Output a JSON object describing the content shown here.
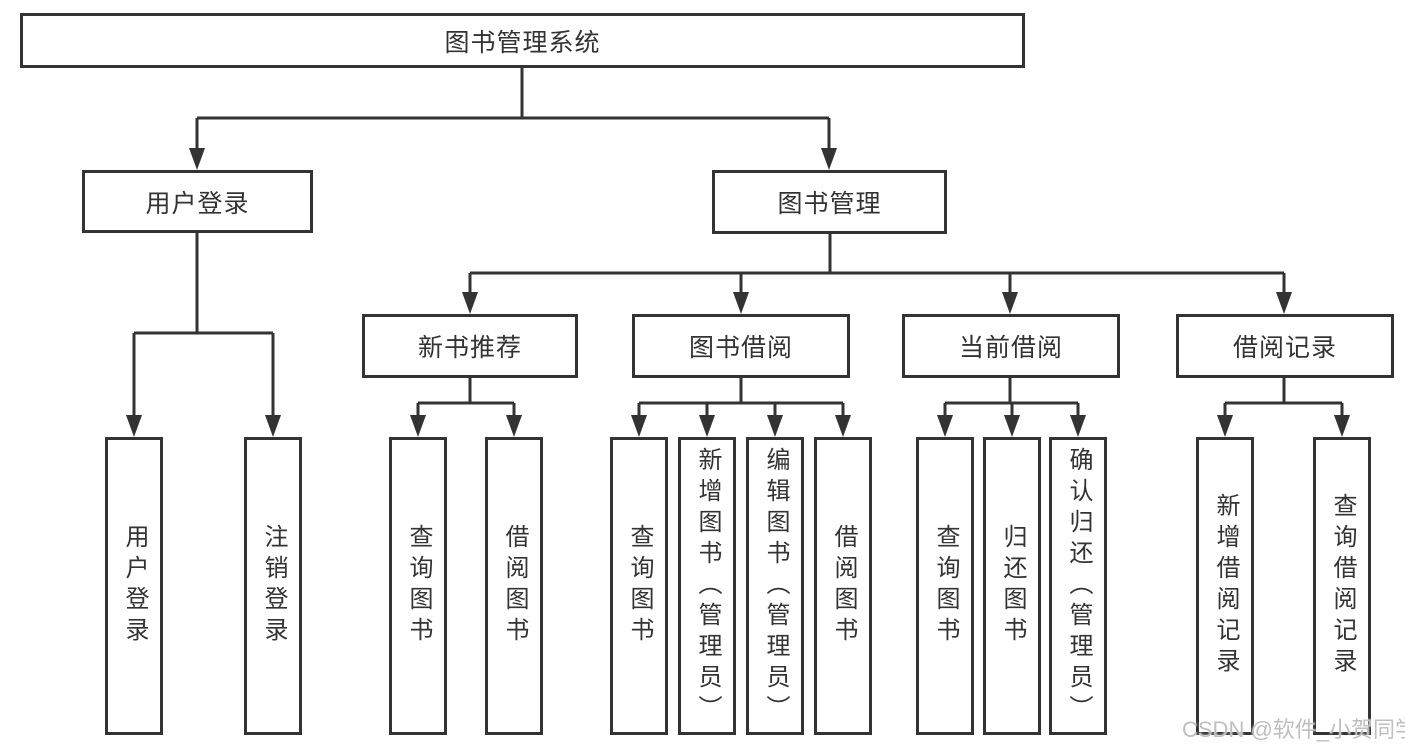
{
  "colors": {
    "line": "#333333",
    "text": "#333333",
    "watermark": "#bfbfbf",
    "background": "#ffffff"
  },
  "diagram": {
    "root": {
      "label": "图书管理系统"
    },
    "branches": [
      {
        "label": "用户登录",
        "children": [
          {
            "label": "用户登录"
          },
          {
            "label": "注销登录"
          }
        ]
      },
      {
        "label": "图书管理",
        "children": [
          {
            "label": "新书推荐",
            "children": [
              {
                "label": "查询图书"
              },
              {
                "label": "借阅图书"
              }
            ]
          },
          {
            "label": "图书借阅",
            "children": [
              {
                "label": "查询图书"
              },
              {
                "label": "新增图书（管理员）"
              },
              {
                "label": "编辑图书（管理员）"
              },
              {
                "label": "借阅图书"
              }
            ]
          },
          {
            "label": "当前借阅",
            "children": [
              {
                "label": "查询图书"
              },
              {
                "label": "归还图书"
              },
              {
                "label": "确认归还（管理员）"
              }
            ]
          },
          {
            "label": "借阅记录",
            "children": [
              {
                "label": "新增借阅记录"
              },
              {
                "label": "查询借阅记录"
              }
            ]
          }
        ]
      }
    ]
  },
  "watermark": {
    "text": "CSDN @软件_小贺同学"
  }
}
